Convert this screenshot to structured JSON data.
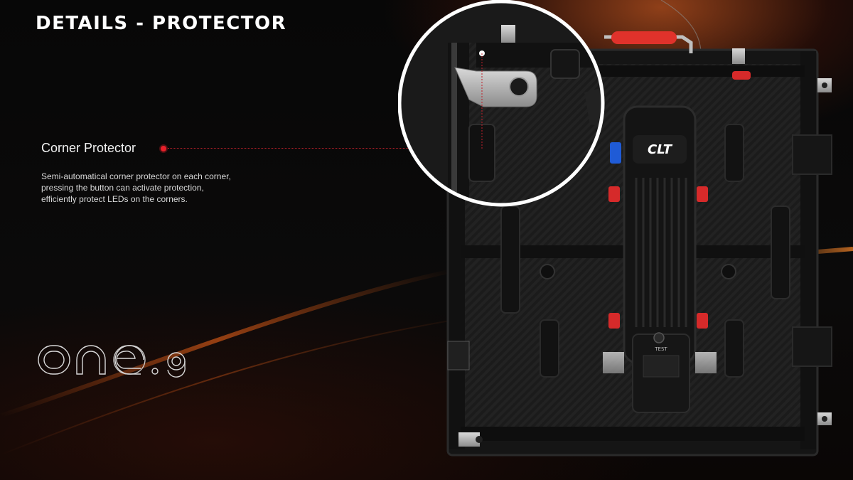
{
  "page": {
    "title": "DETAILS - PROTECTOR"
  },
  "feature": {
    "label": "Corner Protector",
    "description_lines": [
      "Semi-automatical corner protector on each corner,",
      "pressing the button can activate protection,",
      "efficiently protect LEDs on the corners."
    ]
  },
  "brand": {
    "logo_text": "one.9"
  },
  "product": {
    "badge": "CLT",
    "test_label": "TEST"
  },
  "colors": {
    "accent": "#e8202a",
    "background": "#050505",
    "text": "#ffffff"
  }
}
